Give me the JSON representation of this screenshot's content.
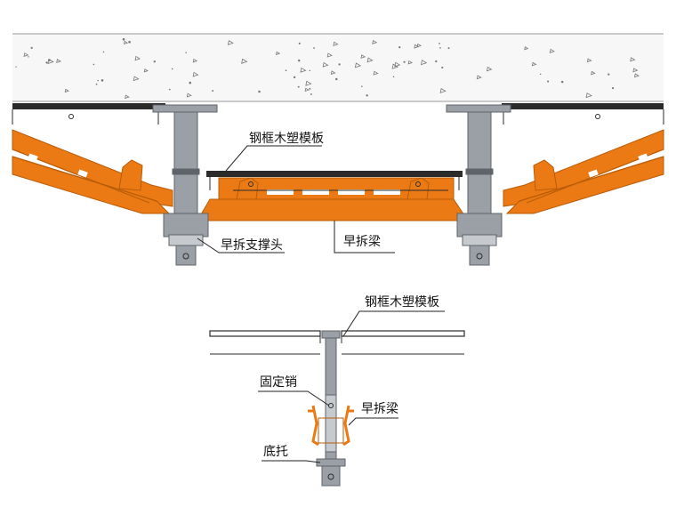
{
  "colors": {
    "background": "#ffffff",
    "concrete_fill": "#f7f7f7",
    "concrete_line": "#9a9a9a",
    "aggregate": "#777777",
    "steel_fill": "#9aa0a6",
    "steel_dark": "#5f646a",
    "steel_light": "#c6cacf",
    "beam_orange": "#ec7a14",
    "beam_orange_dark": "#b85c08",
    "panel_dark": "#2b2b2b",
    "leader_line": "#222222"
  },
  "top_view": {
    "labels": {
      "formwork": "钢框木塑模板",
      "support_head": "早拆支撑头",
      "beam": "早拆梁"
    }
  },
  "bottom_view": {
    "labels": {
      "formwork": "钢框木塑模板",
      "pin": "固定销",
      "beam": "早拆梁",
      "base": "底托"
    }
  }
}
